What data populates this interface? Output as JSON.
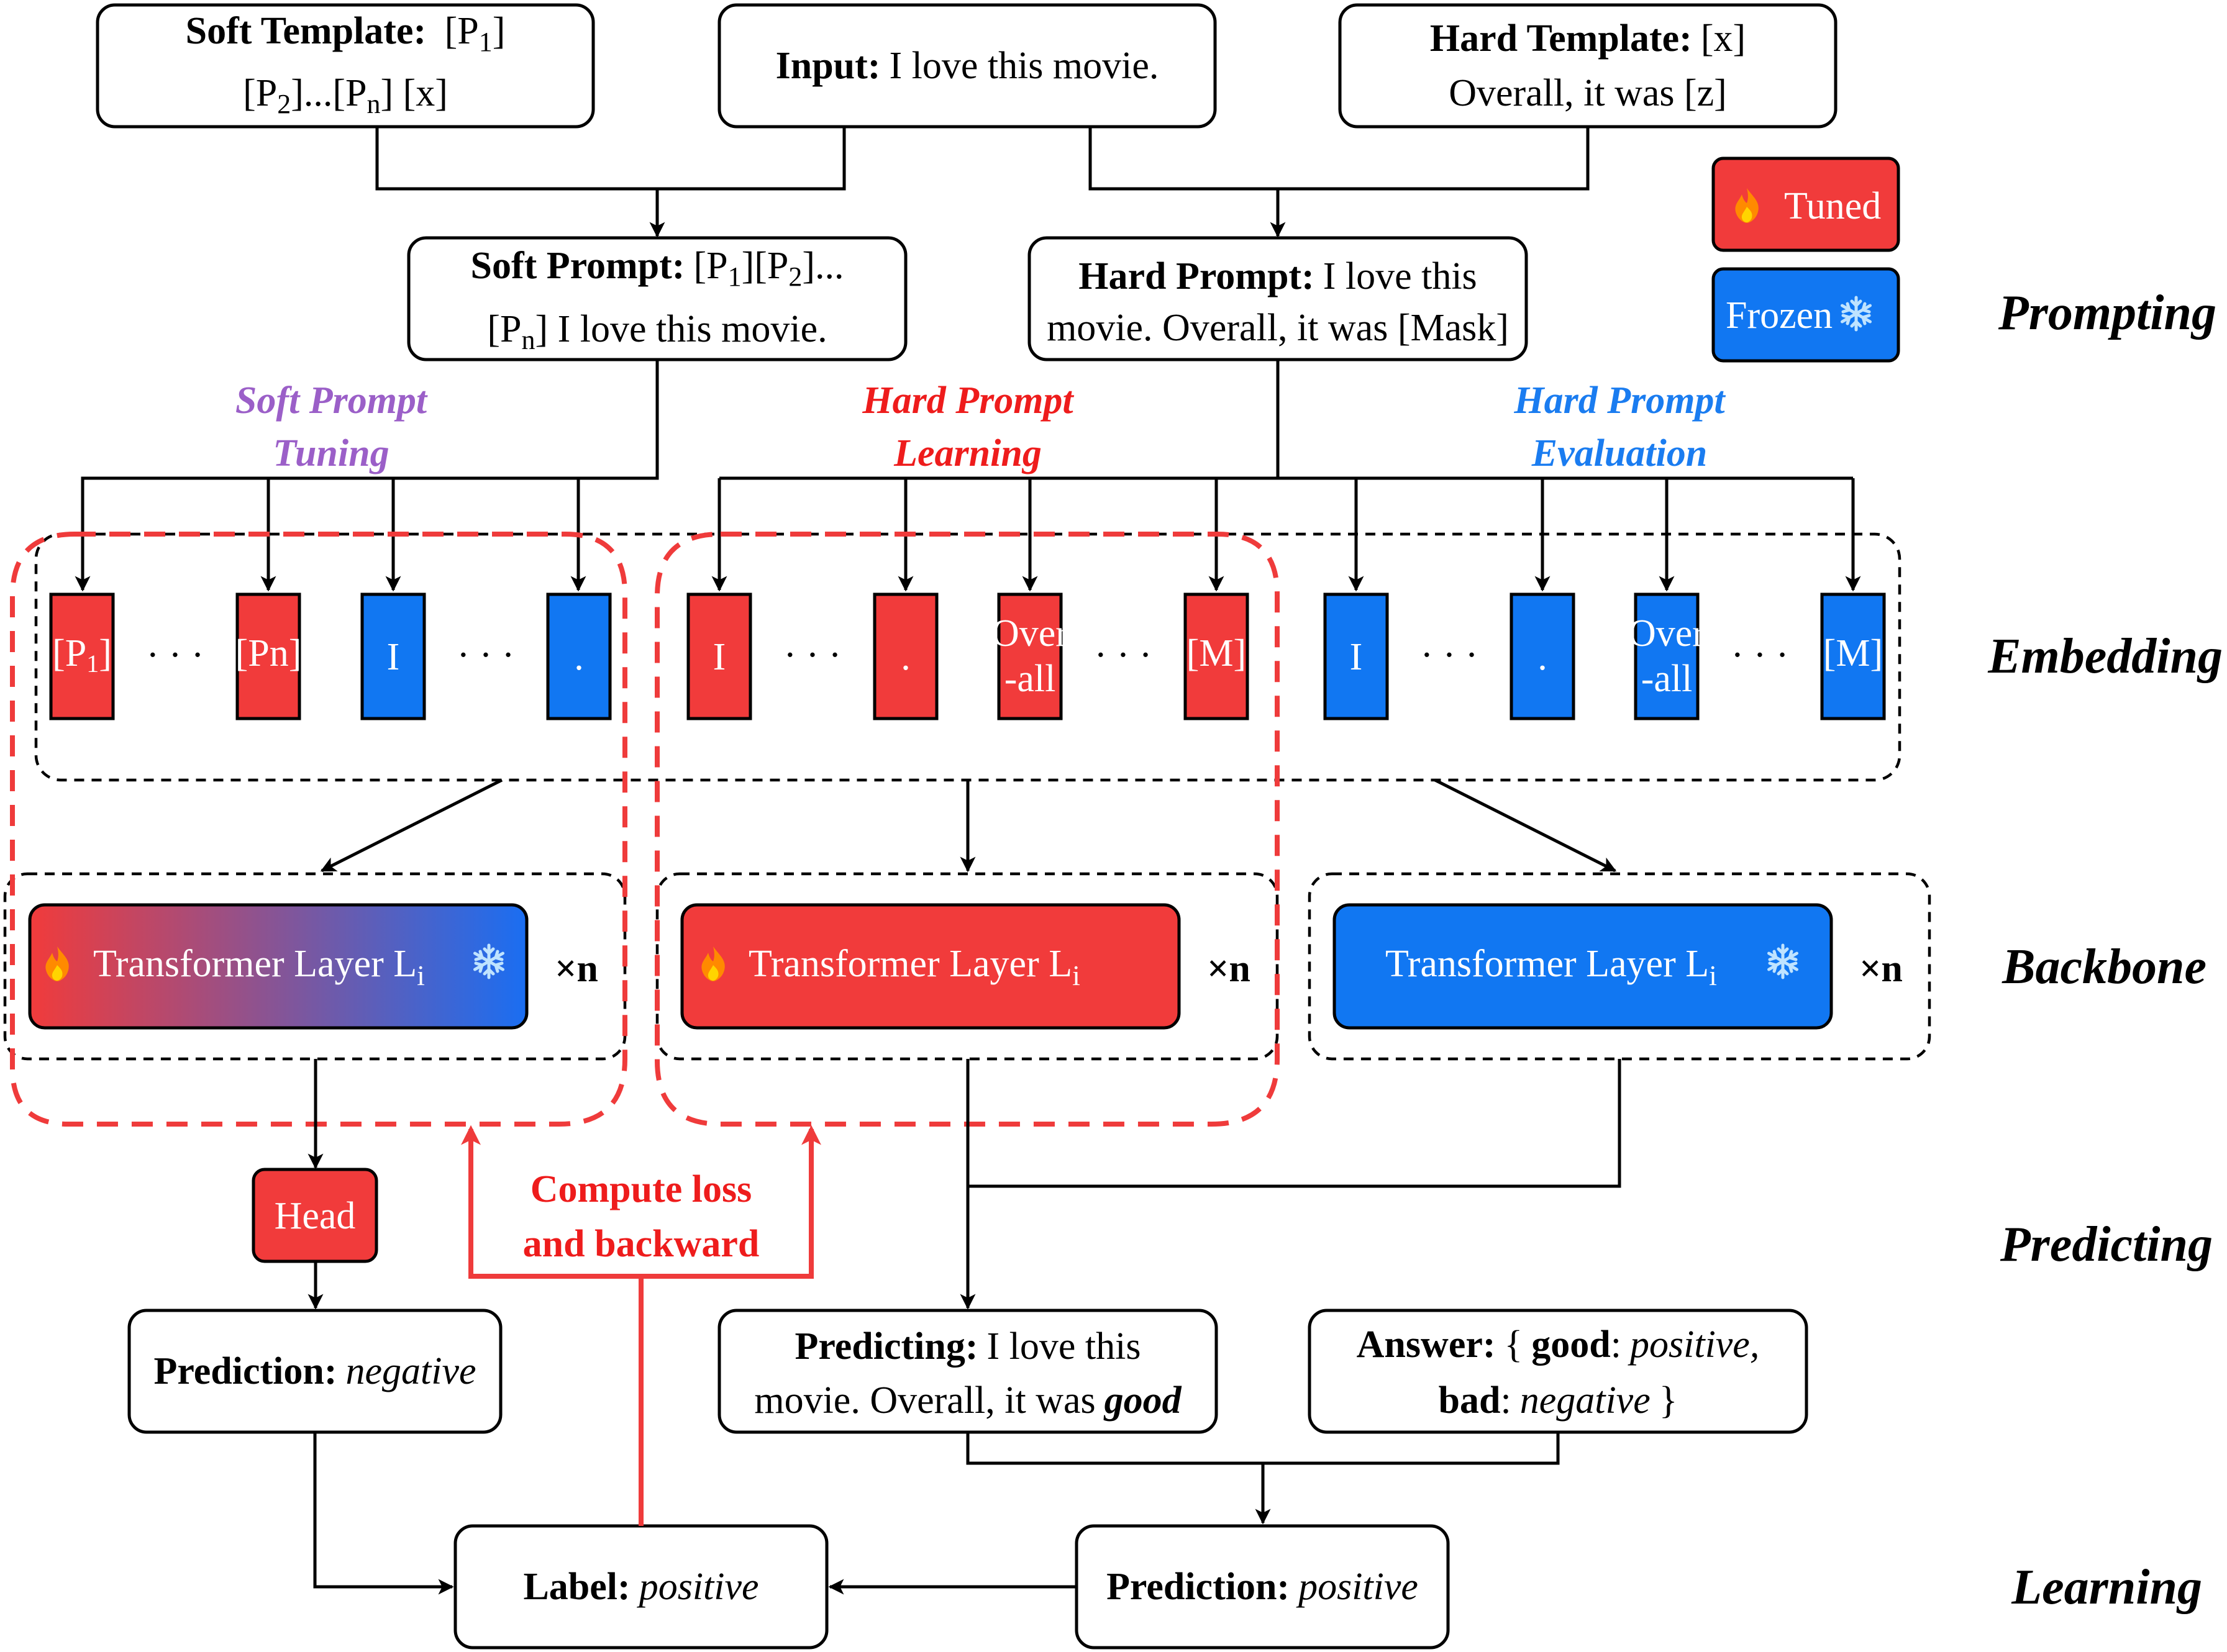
{
  "colors": {
    "tuned": "#f13b3b",
    "frozen": "#1177f2",
    "soft_label": "#9b5fc8",
    "hard_learning_label": "#ee1c1c",
    "hard_eval_label": "#1a7cf0",
    "loss_arrow": "#ef3b3b"
  },
  "templates": {
    "soft": {
      "bold": "Soft Template:",
      "line1_rest": "[P",
      "sub1": "1",
      "line1_end": "]",
      "line2": "[P",
      "sub2": "2",
      "line2_mid": "]...[P",
      "subn": "n",
      "line2_end": "] [x]"
    },
    "input": {
      "bold": "Input:",
      "text": "I love this movie."
    },
    "hard": {
      "bold": "Hard Template:",
      "line1_rest": "[x]",
      "line2": "Overall, it was [z]"
    }
  },
  "prompts": {
    "soft": {
      "bold": "Soft Prompt:",
      "a": "[P",
      "s1": "1",
      "b": "][P",
      "s2": "2",
      "c": "]...",
      "line2_a": "[P",
      "sn": "n",
      "line2_b": "] I love this movie."
    },
    "hard": {
      "bold": "Hard Prompt:",
      "line1_rest": "I love this",
      "line2": "movie. Overall, it was [Mask]"
    }
  },
  "legend": {
    "tuned": "Tuned",
    "frozen": "Frozen",
    "fire_icon": "fire-icon",
    "snow_icon": "snowflake-icon"
  },
  "methods": {
    "soft": {
      "line1": "Soft Prompt",
      "line2": "Tuning"
    },
    "hard_learning": {
      "line1": "Hard Prompt",
      "line2": "Learning"
    },
    "hard_eval": {
      "line1": "Hard Prompt",
      "line2": "Evaluation"
    }
  },
  "stages": {
    "prompting": "Prompting",
    "embedding": "Embedding",
    "backbone": "Backbone",
    "predicting": "Predicting",
    "learning": "Learning"
  },
  "tokens": {
    "soft": {
      "p1": "[P",
      "p1_sub": "1",
      "p1_end": "]",
      "pn": "[Pn]",
      "i": "I",
      "dot": "."
    },
    "hard_learning": {
      "i": "I",
      "dot": ".",
      "over1": "Over",
      "over2": "-all",
      "mask": "[M]"
    },
    "hard_eval": {
      "i": "I",
      "dot": ".",
      "over1": "Over",
      "over2": "-all",
      "mask": "[M]"
    },
    "ellipsis": "· · ·"
  },
  "backbone": {
    "label": "Transformer Layer L",
    "sub": "i",
    "repeat": "×n"
  },
  "head": {
    "label": "Head"
  },
  "loss": {
    "line1": "Compute loss",
    "line2": "and backward"
  },
  "predictions": {
    "soft": {
      "bold": "Prediction:",
      "value": "negative"
    },
    "predicting": {
      "bold": "Predicting:",
      "line1_rest": "I love this",
      "line2": "movie. Overall, it was",
      "line2_word": "good"
    },
    "answer": {
      "bold": "Answer:",
      "brace_open": "{",
      "w1": "good",
      "colon1": ":",
      "v1": "positive,",
      "w2": "bad",
      "colon2": ":",
      "v2": "negative",
      "brace_close": "}"
    },
    "final": {
      "bold": "Prediction:",
      "value": "positive"
    }
  },
  "label": {
    "bold": "Label:",
    "value": "positive"
  }
}
